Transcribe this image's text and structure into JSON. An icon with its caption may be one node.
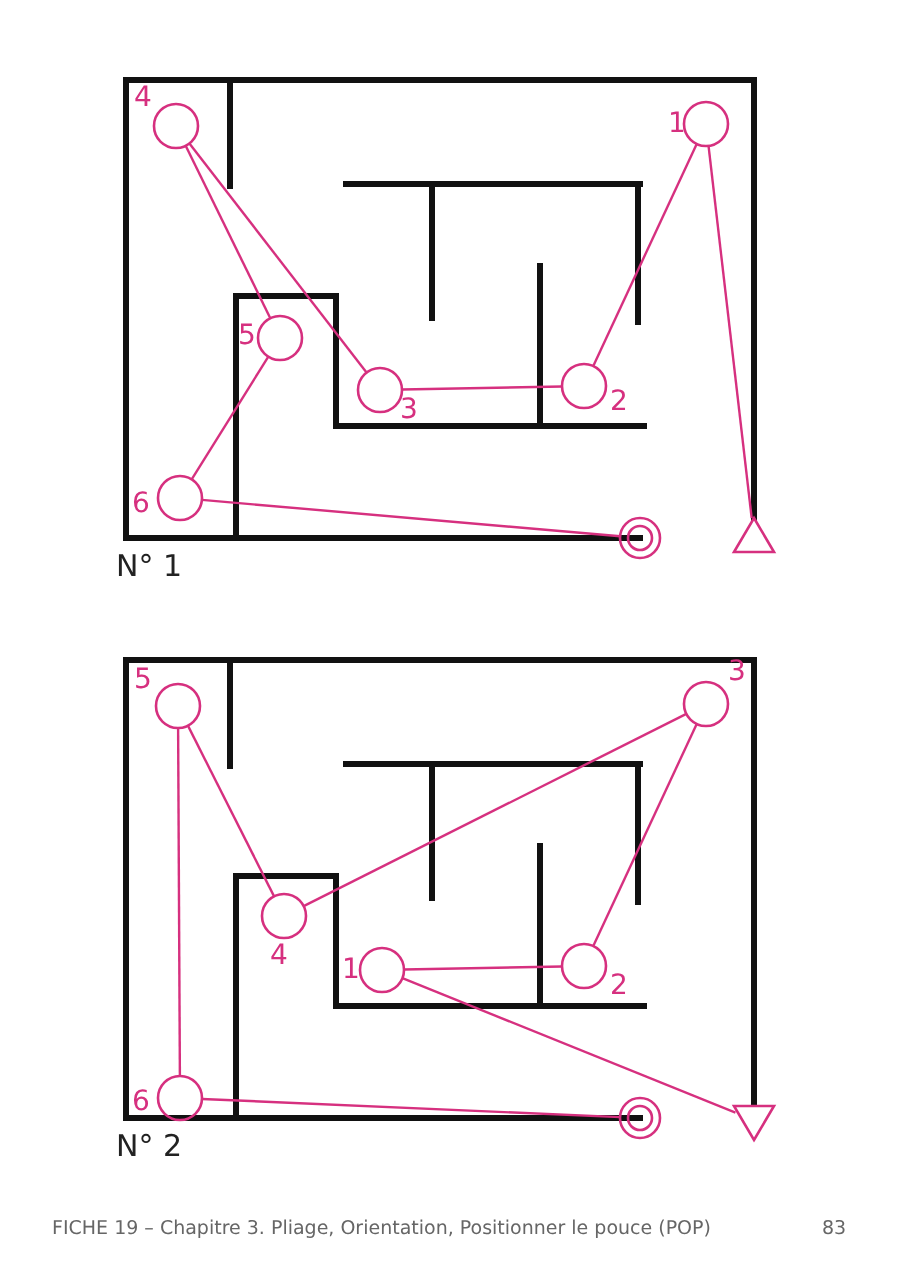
{
  "diagram": {
    "nodes": [
      {
        "text": [],
        "shape": "triangle"
      },
      {
        "text": [],
        "shape": "circle",
        "beside": [
          "1"
        ]
      },
      {
        "text": [],
        "shape": "circle",
        "beside": [
          "2"
        ]
      },
      {
        "text": [],
        "shape": "circle",
        "beside": [
          "3"
        ]
      },
      {
        "text": [],
        "shape": "circle",
        "beside": [
          "4"
        ]
      },
      {
        "text": [],
        "shape": "circle",
        "beside": [
          "5"
        ]
      },
      {
        "text": [],
        "shape": "circle",
        "beside": [
          "6"
        ]
      },
      {
        "text": [],
        "shape": "target"
      },
      {
        "text": [],
        "shape": "triangle"
      },
      {
        "text": [],
        "shape": "circle",
        "beside": [
          "1"
        ]
      },
      {
        "text": [],
        "shape": "circle",
        "beside": [
          "2"
        ]
      },
      {
        "text": [],
        "shape": "circle",
        "beside": [
          "3"
        ]
      },
      {
        "text": [],
        "shape": "circle",
        "beside": [
          "4"
        ]
      },
      {
        "text": [],
        "shape": "circle",
        "beside": [
          "5"
        ]
      },
      {
        "text": [],
        "shape": "circle",
        "beside": [
          "6"
        ]
      },
      {
        "text": [],
        "shape": "target"
      }
    ],
    "edges": [
      {
        "from": 0,
        "to": 1,
        "arrow": "none"
      },
      {
        "from": 1,
        "to": 2,
        "arrow": "none"
      },
      {
        "from": 2,
        "to": 3,
        "arrow": "none"
      },
      {
        "from": 3,
        "to": 4,
        "arrow": "none"
      },
      {
        "from": 4,
        "to": 5,
        "arrow": "none"
      },
      {
        "from": 5,
        "to": 6,
        "arrow": "none"
      },
      {
        "from": 6,
        "to": 7,
        "arrow": "none"
      },
      {
        "from": 8,
        "to": 9,
        "arrow": "none"
      },
      {
        "from": 9,
        "to": 10,
        "arrow": "none"
      },
      {
        "from": 10,
        "to": 11,
        "arrow": "none"
      },
      {
        "from": 11,
        "to": 12,
        "arrow": "none"
      },
      {
        "from": 12,
        "to": 13,
        "arrow": "none"
      },
      {
        "from": 13,
        "to": 14,
        "arrow": "none"
      },
      {
        "from": 14,
        "to": 15,
        "arrow": "none"
      }
    ],
    "labels": [
      "N° 1",
      "N° 2",
      "FICHE 19 – Chapitre 3. Pliage, Orientation, Positionner le pouce (POP)",
      "83"
    ]
  }
}
